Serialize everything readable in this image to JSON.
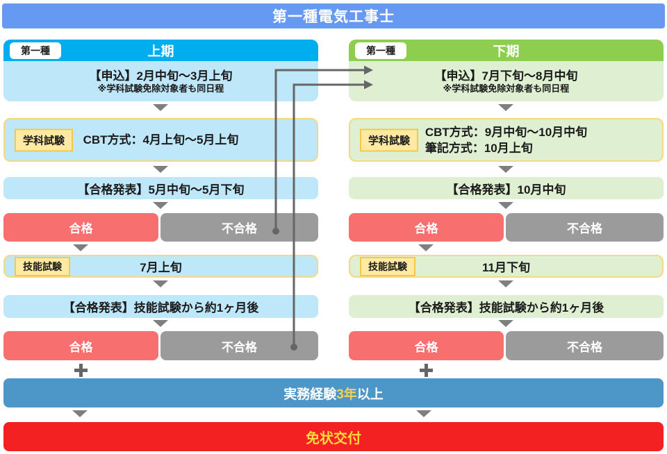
{
  "title": "第一種電気工事士",
  "columns": [
    {
      "badge": "第一種",
      "period": "上期",
      "apply_line1": "【申込】2月中旬～3月上旬",
      "apply_line2": "※学科試験免除対象者も同日程",
      "written_badge": "学科試験",
      "written_line1": "CBT方式：4月上旬～5月上旬",
      "written_line2": "",
      "written_result": "【合格発表】5月中旬～5月下旬",
      "pass1": "合格",
      "fail1": "不合格",
      "skill_badge": "技能試験",
      "skill_date": "7月上旬",
      "skill_result": "【合格発表】技能試験から約1ヶ月後",
      "pass2": "合格",
      "fail2": "不合格"
    },
    {
      "badge": "第一種",
      "period": "下期",
      "apply_line1": "【申込】7月下旬～8月中旬",
      "apply_line2": "※学科試験免除対象者も同日程",
      "written_badge": "学科試験",
      "written_line1": "CBT方式：9月中旬～10月中旬",
      "written_line2": "筆記方式：10月上旬",
      "written_result": "【合格発表】10月中旬",
      "pass1": "合格",
      "fail1": "不合格",
      "skill_badge": "技能試験",
      "skill_date": "11月下旬",
      "skill_result": "【合格発表】技能試験から約1ヶ月後",
      "pass2": "合格",
      "fail2": "不合格"
    }
  ],
  "experience": {
    "prefix": "実務経験",
    "highlight": "3年",
    "suffix": "以上"
  },
  "license": "免状交付",
  "colors": {
    "title_bar": "#6699F2",
    "first_half_header": "#00AEEF",
    "second_half_header": "#8DCE4E",
    "first_half_box": "#BEE7FA",
    "second_half_box": "#DFEFD2",
    "yellow_badge": "#FFE9A3",
    "pass": "#F76F6F",
    "fail": "#9B9B9B",
    "experience_bar": "#4D96C8",
    "license_bar": "#F32121",
    "highlight_text": "#F7D154",
    "connector": "#666666"
  }
}
